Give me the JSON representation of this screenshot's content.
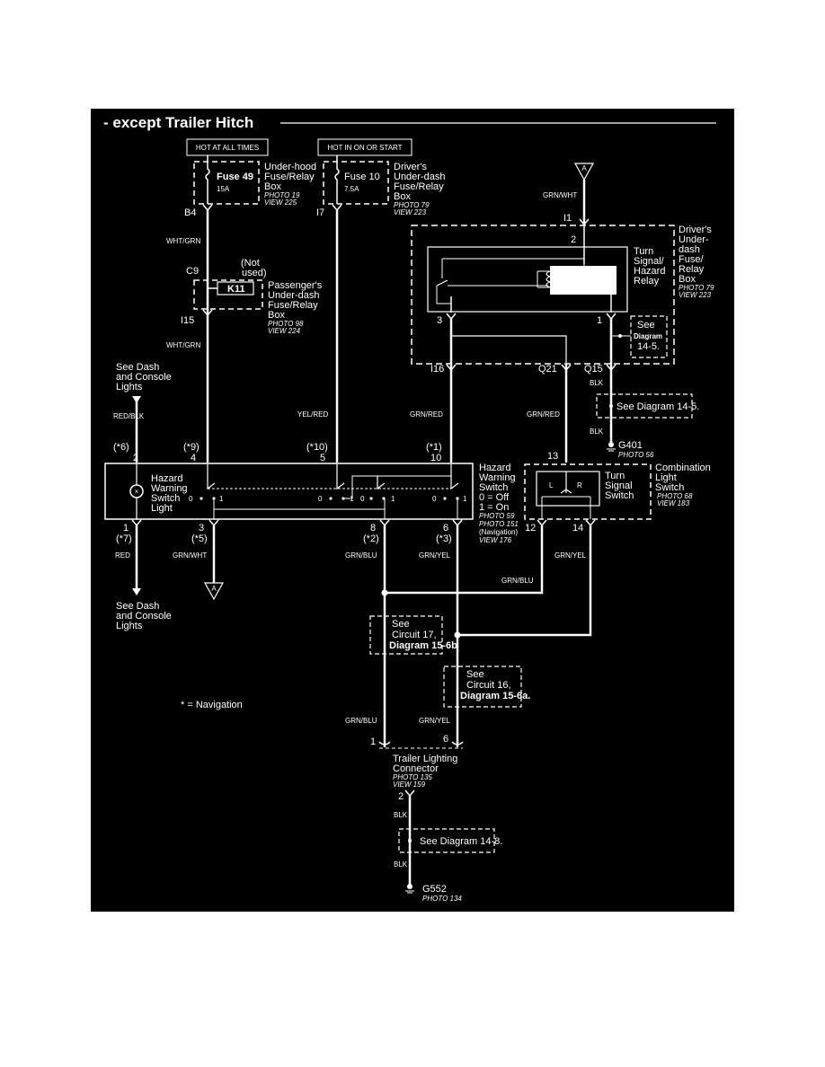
{
  "title": "- except Trailer Hitch",
  "power_labels": {
    "hot_always": "HOT AT ALL TIMES",
    "hot_on_start": "HOT IN ON OR START"
  },
  "fuse49": {
    "name": "Fuse 49",
    "rating": "15A",
    "box": [
      "Under-hood",
      "Fuse/Relay",
      "Box"
    ],
    "photo": "PHOTO 19",
    "view": "VIEW 225",
    "terminal": "B4"
  },
  "fuse10": {
    "name": "Fuse 10",
    "rating": "7.5A",
    "box": [
      "Driver's",
      "Under-dash",
      "Fuse/Relay",
      "Box"
    ],
    "photo": "PHOTO 79",
    "view": "VIEW 223",
    "terminal": "I7"
  },
  "connector_a_top": {
    "symbol": "A",
    "wire": "GRN/WHT",
    "terminal": "I1"
  },
  "driver_box": {
    "lines": [
      "Driver's",
      "Under-",
      "dash",
      "Fuse/",
      "Relay",
      "Box"
    ],
    "photo": "PHOTO 79",
    "view": "VIEW 223",
    "pin_top": "2",
    "pin3": "3",
    "pin1": "1"
  },
  "turn_relay": {
    "lines": [
      "Turn",
      "Signal/",
      "Hazard",
      "Relay"
    ]
  },
  "see_14_5_box": {
    "see": "See",
    "diagram": "Diagram",
    "num": "14-5."
  },
  "passenger_box": {
    "c9": "C9",
    "k11": "K11",
    "not_used": [
      "(Not",
      "used)"
    ],
    "lines": [
      "Passenger's",
      "Under-dash",
      "Fuse/Relay",
      "Box"
    ],
    "photo": "PHOTO 98",
    "view": "VIEW 224",
    "i15": "I15"
  },
  "wires": {
    "wht_grn_1": "WHT/GRN",
    "wht_grn_2": "WHT/GRN",
    "red_blk": "RED/BLK",
    "yel_red": "YEL/RED",
    "grn_red_1": "GRN/RED",
    "grn_red_2": "GRN/RED",
    "blk_1": "BLK",
    "blk_2": "BLK",
    "red": "RED",
    "grn_wht": "GRN/WHT",
    "grn_blu_1": "GRN/BLU",
    "grn_yel_1": "GRN/YEL",
    "grn_blu_2": "GRN/BLU",
    "grn_yel_2": "GRN/YEL",
    "grn_blu_3": "GRN/BLU",
    "grn_yel_3": "GRN/YEL",
    "blk_3": "BLK",
    "blk_4": "BLK"
  },
  "terminals": {
    "i16": "I16",
    "q21": "Q21",
    "q15": "Q15"
  },
  "see_14_5_g401": "See Diagram 14-5.",
  "g401": {
    "name": "G401",
    "photo": "PHOTO 56"
  },
  "see_dash_top": [
    "See Dash",
    "and Console",
    "Lights"
  ],
  "see_dash_bottom": [
    "See Dash",
    "and Console",
    "Lights"
  ],
  "hazard_switch": {
    "top_pins": [
      {
        "nav": "(*6)",
        "pin": "2"
      },
      {
        "nav": "(*9)",
        "pin": "4"
      },
      {
        "nav": "(*10)",
        "pin": "5"
      },
      {
        "nav": "(*1)",
        "pin": "10"
      }
    ],
    "bottom_pins": [
      {
        "pin": "1",
        "nav": "(*7)"
      },
      {
        "pin": "3",
        "nav": "(*5)"
      },
      {
        "pin": "8",
        "nav": "(*2)"
      },
      {
        "pin": "6",
        "nav": "(*3)"
      }
    ],
    "light_label": [
      "Hazard",
      "Warning",
      "Switch",
      "Light"
    ],
    "lines": [
      "Hazard",
      "Warning",
      "Switch"
    ],
    "off": "0 = Off",
    "on": "1 = On",
    "photo1": "PHOTO 59",
    "photo2": "PHOTO 151",
    "nav": "(Navigation)",
    "view": "VIEW 176",
    "zero": "0",
    "one": "1"
  },
  "combo_switch": {
    "pin_top": "13",
    "pin12": "12",
    "pin14": "14",
    "inner": [
      "Turn",
      "Signal",
      "Switch"
    ],
    "lines": [
      "Combination",
      "Light",
      "Switch"
    ],
    "photo": "PHOTO 68",
    "view": "VIEW 183",
    "l": "L",
    "r": "R"
  },
  "connector_a_bottom": "A",
  "see_circuit17": [
    "See",
    "Circuit 17,",
    "Diagram 15-6b"
  ],
  "see_circuit16": [
    "See",
    "Circuit 16,",
    "Diagram 15-6a."
  ],
  "nav_note": "* = Navigation",
  "trailer": {
    "pin1": "1",
    "pin6": "6",
    "lines": [
      "Trailer Lighting",
      "Connector"
    ],
    "photo": "PHOTO 135",
    "view": "VIEW 159",
    "pin2": "2"
  },
  "see_14_8": "See Diagram 14-8.",
  "g552": {
    "name": "G552",
    "photo": "PHOTO 134"
  }
}
